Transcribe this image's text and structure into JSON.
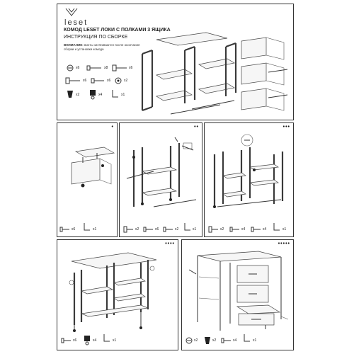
{
  "header": {
    "brand": "leset",
    "title": "КОМОД LESET ЛОКИ С ПОЛКАМИ 3 ЯЩИКА",
    "subtitle": "ИНСТРУКЦИЯ ПО СБОРКЕ",
    "warning_label": "ВНИМАНИЕ:",
    "warning_text": "винты затягиваются после окончания сборки и установки комода"
  },
  "parts": [
    {
      "qty": "x6"
    },
    {
      "qty": "x8"
    },
    {
      "qty": "x6"
    },
    {
      "qty": "x6"
    },
    {
      "qty": "x6"
    },
    {
      "qty": "x2"
    },
    {
      "qty": "x2"
    },
    {
      "qty": "x4"
    },
    {
      "qty": "x1"
    }
  ],
  "steps": {
    "step1": {
      "dots": "•",
      "parts": [
        {
          "qty": "x6"
        },
        {
          "qty": "x1"
        }
      ]
    },
    "step2": {
      "dots": "••",
      "parts": [
        {
          "qty": "x2"
        },
        {
          "qty": "x6"
        },
        {
          "qty": "x2"
        },
        {
          "qty": "x1"
        }
      ]
    },
    "step3": {
      "dots": "•••",
      "parts": [
        {
          "qty": "x2"
        },
        {
          "qty": "x4"
        },
        {
          "qty": "x4"
        },
        {
          "qty": "x1"
        }
      ]
    },
    "step4": {
      "dots": "••••",
      "parts": [
        {
          "qty": "x6"
        },
        {
          "qty": "x4"
        },
        {
          "qty": "x1"
        }
      ]
    },
    "step5": {
      "dots": "•••••",
      "parts": [
        {
          "qty": "x2"
        },
        {
          "qty": "x2"
        },
        {
          "qty": "x4"
        },
        {
          "qty": "x1"
        }
      ]
    }
  },
  "icons": {
    "logo": "leset-chevron-logo",
    "screw": "screw-icon",
    "bolt": "bolt-icon",
    "allen_key": "allen-key-icon",
    "cam": "cam-lock-icon",
    "dowel": "dowel-icon"
  },
  "colors": {
    "line": "#333333",
    "background": "#ffffff"
  }
}
